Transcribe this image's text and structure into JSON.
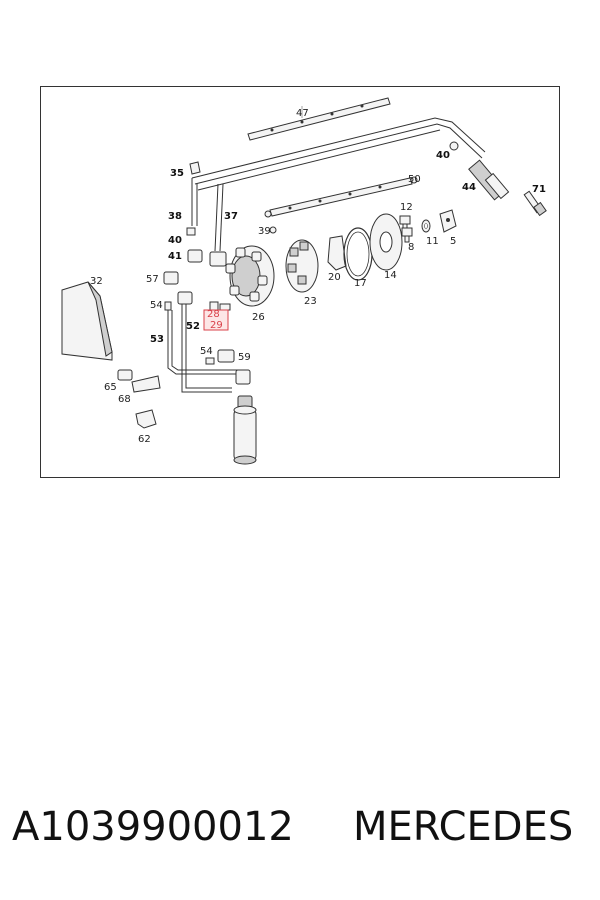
{
  "diagram": {
    "labels": {
      "p47": "47",
      "p40a": "40",
      "p44": "44",
      "p71": "71",
      "p35": "35",
      "p50": "50",
      "p38": "38",
      "p37": "37",
      "p39": "39",
      "p12": "12",
      "p40b": "40",
      "p41": "41",
      "p8": "8",
      "p11": "11",
      "p5": "5",
      "p32": "32",
      "p57": "57",
      "p20": "20",
      "p17": "17",
      "p14": "14",
      "p54a": "54",
      "p28": "28",
      "p29": "29",
      "p23": "23",
      "p26": "26",
      "p53": "53",
      "p52": "52",
      "p54b": "54",
      "p59": "59",
      "p65": "65",
      "p68": "68",
      "p62": "62"
    },
    "highlight_color": "#d9414a"
  },
  "caption": {
    "part_number": "A1039900012",
    "brand": "MERCEDES"
  }
}
